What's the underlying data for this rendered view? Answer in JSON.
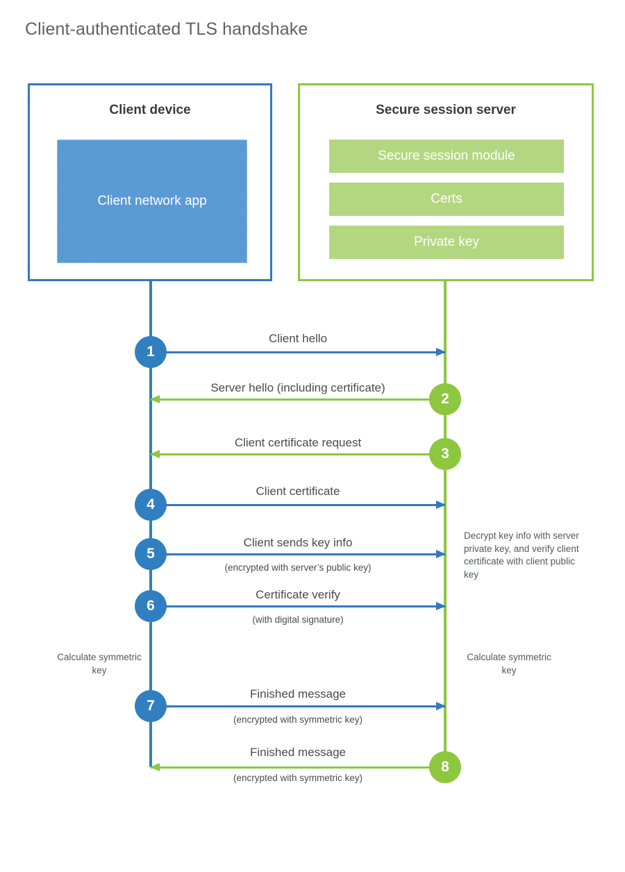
{
  "title": "Client-authenticated TLS handshake",
  "colors": {
    "client_blue_border": "#3279bd",
    "client_blue_fill": "#5b9bd5",
    "client_circle": "#2f7fc1",
    "server_green_border": "#8dc63f",
    "server_green_fill": "#b3d780",
    "server_circle": "#8dc63f",
    "title_text": "#5f6163",
    "body_text": "#4a4a4a"
  },
  "client": {
    "title": "Client device",
    "app_label": "Client network app"
  },
  "server": {
    "title": "Secure session server",
    "bars": [
      {
        "label": "Secure session module"
      },
      {
        "label": "Certs"
      },
      {
        "label": "Private key"
      }
    ]
  },
  "steps": [
    {
      "number": "1",
      "direction": "client-to-server",
      "label": "Client hello",
      "sublabel": ""
    },
    {
      "number": "2",
      "direction": "server-to-client",
      "label": "Server hello (including certificate)",
      "sublabel": ""
    },
    {
      "number": "3",
      "direction": "server-to-client",
      "label": "Client certificate request",
      "sublabel": ""
    },
    {
      "number": "4",
      "direction": "client-to-server",
      "label": "Client certificate",
      "sublabel": ""
    },
    {
      "number": "5",
      "direction": "client-to-server",
      "label": "Client sends key info",
      "sublabel": "(encrypted with server’s public key)"
    },
    {
      "number": "6",
      "direction": "client-to-server",
      "label": "Certificate verify",
      "sublabel": "(with digital signature)"
    },
    {
      "number": "7",
      "direction": "client-to-server",
      "label": "Finished message",
      "sublabel": "(encrypted with symmetric key)"
    },
    {
      "number": "8",
      "direction": "server-to-client",
      "label": "Finished message",
      "sublabel": "(encrypted with symmetric key)"
    }
  ],
  "notes": {
    "server_decrypt": "Decrypt key info with server private key, and verify client certificate with client public key",
    "client_calculate": "Calculate symmetric key",
    "server_calculate": "Calculate symmetric key"
  }
}
